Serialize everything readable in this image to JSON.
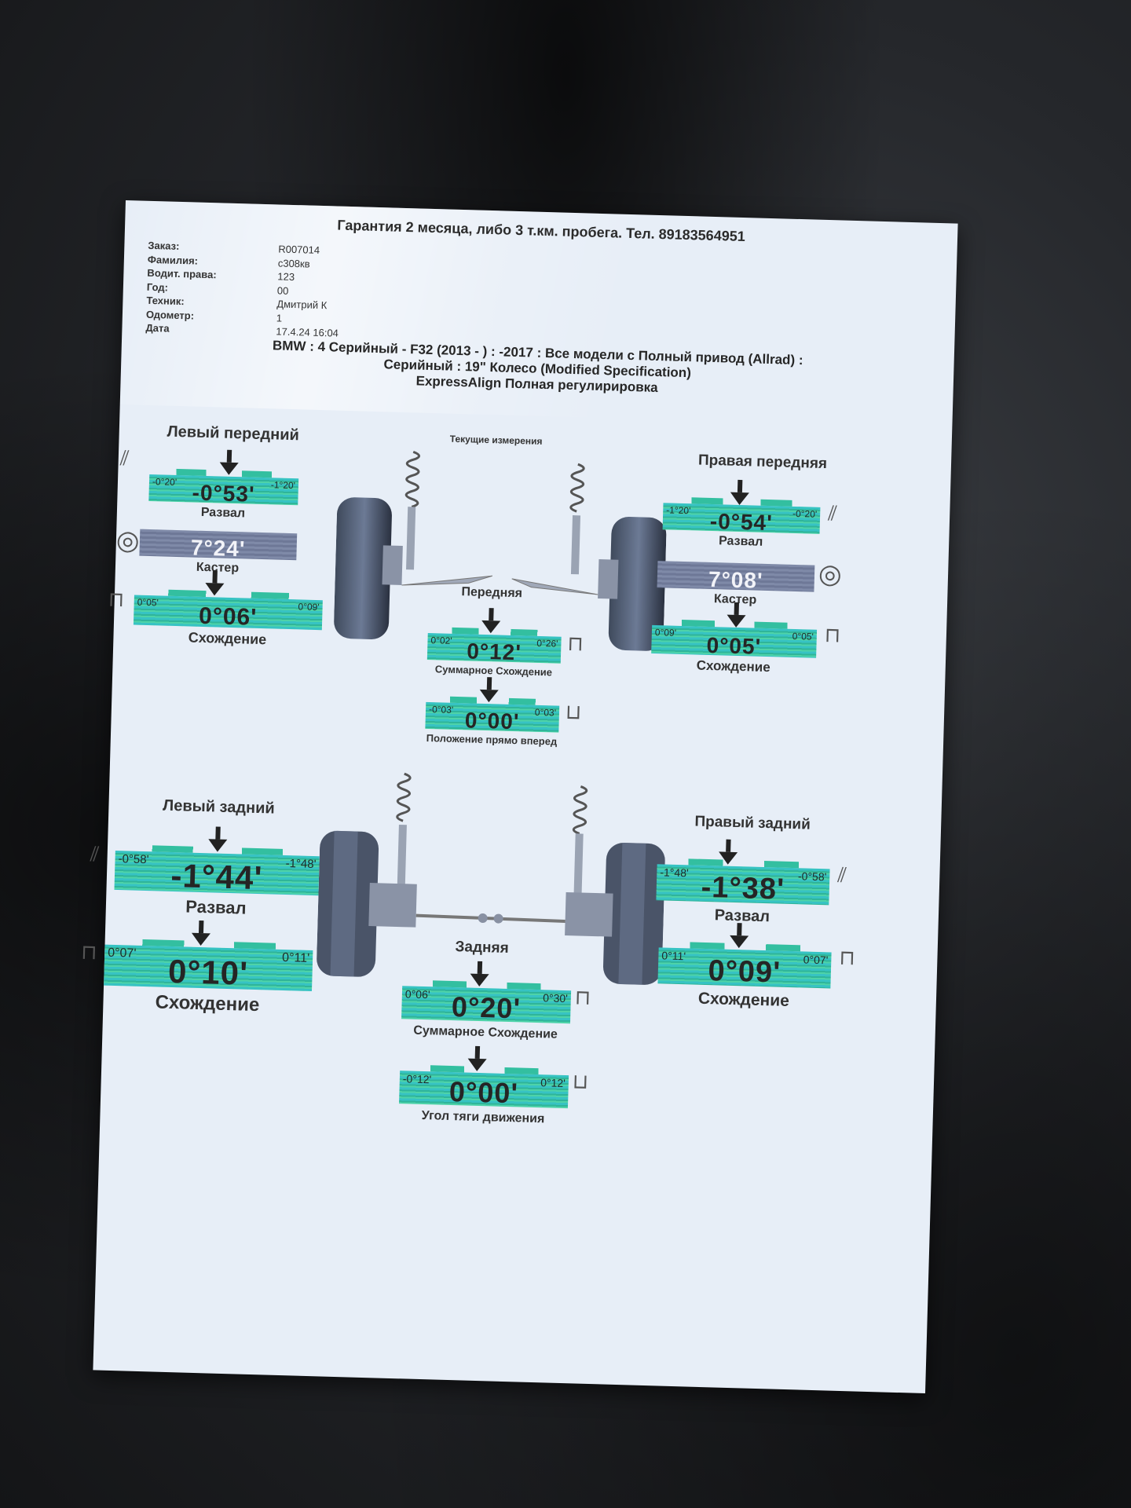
{
  "header": {
    "title": "Гарантия 2 месяца, либо 3 т.км. пробега. Тел. 8918356495​1"
  },
  "info": [
    {
      "label": "Заказ:",
      "value": "R007014"
    },
    {
      "label": "Фамилия:",
      "value": "с308кв"
    },
    {
      "label": "Водит. права:",
      "value": "123"
    },
    {
      "label": "Год:",
      "value": "00"
    },
    {
      "label": "Техник:",
      "value": "Дмитрий К"
    },
    {
      "label": "Одометр:",
      "value": "1"
    },
    {
      "label": "Дата",
      "value": "17.4.24 16:04"
    }
  ],
  "vehicle": {
    "line1": "BMW : 4 Серийный - F32 (2013 -      ) : -2017 : Все модели с Полный привод (Allrad) :",
    "line2": "Серийный : 19\" Колесо (Modified Specification)",
    "line3": "ExpressAlign Полная регулирировка"
  },
  "current_measurements": "Текущие измерения",
  "front": {
    "left_title": "Левый передний",
    "right_title": "Правая передняя",
    "axle_title": "Передняя",
    "left": {
      "camber": {
        "min": "-0°20'",
        "max": "-1°20'",
        "value": "-0°53'",
        "label": "Развал"
      },
      "caster": {
        "value": "7°24'",
        "label": "Кастер"
      },
      "toe": {
        "min": "0°05'",
        "max": "0°09'",
        "value": "0°06'",
        "label": "Схождение"
      }
    },
    "right": {
      "camber": {
        "min": "-1°20'",
        "max": "-0°20'",
        "value": "-0°54'",
        "label": "Развал"
      },
      "caster": {
        "value": "7°08'",
        "label": "Кастер"
      },
      "toe": {
        "min": "0°09'",
        "max": "0°05'",
        "value": "0°05'",
        "label": "Схождение"
      }
    },
    "total_toe": {
      "min": "0°02'",
      "max": "0°26'",
      "value": "0°12'",
      "label": "Суммарное Схождение"
    },
    "straight_ahead": {
      "min": "-0°03'",
      "max": "0°03'",
      "value": "0°00'",
      "label": "Положение прямо вперед"
    }
  },
  "rear": {
    "left_title": "Левый задний",
    "right_title": "Правый задний",
    "axle_title": "Задняя",
    "left": {
      "camber": {
        "min": "-0°58'",
        "max": "-1°48'",
        "value": "-1°44'",
        "label": "Развал"
      },
      "toe": {
        "min": "0°07'",
        "max": "0°11'",
        "value": "0°10'",
        "label": "Схождение"
      }
    },
    "right": {
      "camber": {
        "min": "-1°48'",
        "max": "-0°58'",
        "value": "-1°38'",
        "label": "Развал"
      },
      "toe": {
        "min": "0°11'",
        "max": "0°07'",
        "value": "0°09'",
        "label": "Схождение"
      }
    },
    "total_toe": {
      "min": "0°06'",
      "max": "0°30'",
      "value": "0°20'",
      "label": "Суммарное Схождение"
    },
    "thrust_angle": {
      "min": "-0°12'",
      "max": "0°12'",
      "value": "0°00'",
      "label": "Угол тяги движения"
    }
  }
}
